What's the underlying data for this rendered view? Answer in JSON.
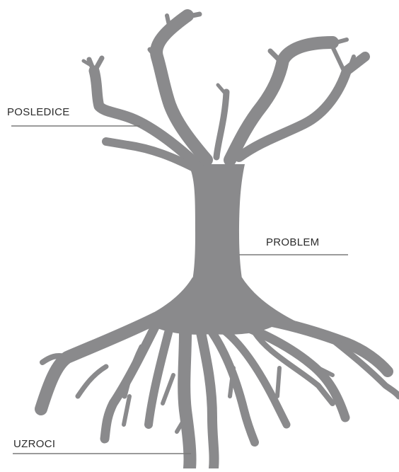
{
  "labels": {
    "consequences": "POSLEDICE",
    "problem": "PROBLEM",
    "causes": "UZROCI"
  },
  "colors": {
    "tree": "#8a8a8c",
    "leader_line": "#7a7a7a",
    "text": "#2b2b2b",
    "background": "#ffffff"
  }
}
